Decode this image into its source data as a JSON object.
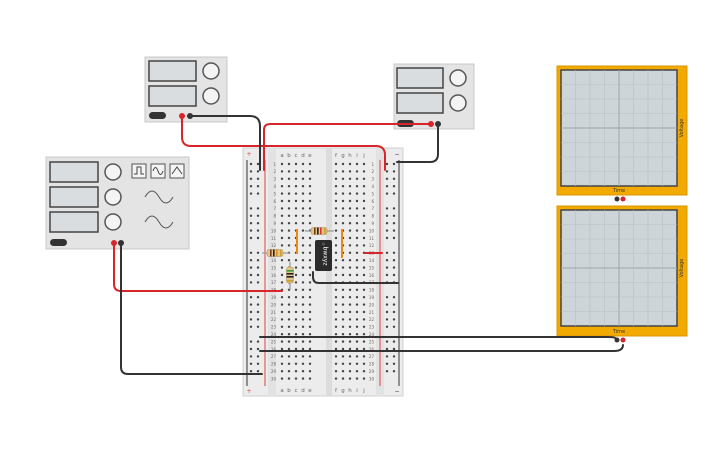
{
  "colors": {
    "wire_red": "#d7262b",
    "wire_black": "#333333",
    "instrument_body": "#e4e4e4",
    "display": "#d9dde0",
    "scope_frame": "#f2a900",
    "scope_screen": "#cdd5d9",
    "breadboard": "#ececec",
    "rail_red": "#e04040",
    "rail_black": "#333333",
    "ic_body": "#2b2b2b"
  },
  "breadboard": {
    "top_cols_left": [
      "a",
      "b",
      "c",
      "d",
      "e"
    ],
    "top_cols_right": [
      "f",
      "g",
      "h",
      "i",
      "j"
    ],
    "row_numbers": [
      "1",
      "2",
      "3",
      "4",
      "5",
      "6",
      "7",
      "8",
      "9",
      "10",
      "11",
      "12",
      "13",
      "14",
      "15",
      "16",
      "17",
      "18",
      "19",
      "20",
      "21",
      "22",
      "23",
      "24",
      "25",
      "26",
      "27",
      "28",
      "29",
      "30"
    ],
    "rail_plus": "+",
    "rail_minus": "−",
    "ic_label": "bwxyz"
  },
  "oscilloscope_top": {
    "x_label": "Time",
    "y_label": "Voltage"
  },
  "oscilloscope_bottom": {
    "x_label": "Time",
    "y_label": "Voltage"
  },
  "function_generator": {
    "waveforms": [
      "square-wave-icon",
      "sine-wave-icon",
      "triangle-wave-icon"
    ]
  },
  "icons": {
    "knob": "knob-icon",
    "power_switch": "power-switch-icon"
  }
}
